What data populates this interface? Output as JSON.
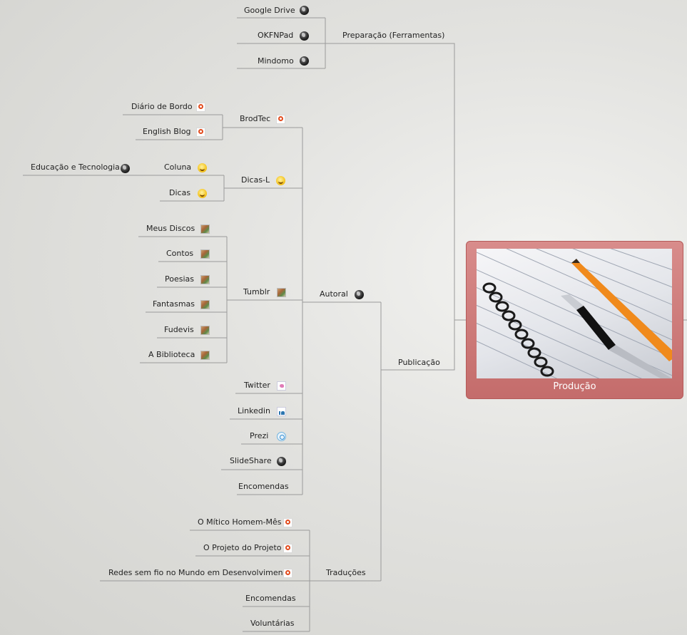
{
  "central": {
    "title": "Produção",
    "image": "notebook-with-pen-and-pencil"
  },
  "branches": {
    "preparacao": {
      "label": "Preparação (Ferramentas)",
      "children": [
        "Google Drive",
        "OKFNPad",
        "Mindomo"
      ]
    },
    "publicacao": {
      "label": "Publicação",
      "autoral": {
        "label": "Autoral",
        "brodtec": {
          "label": "BrodTec",
          "children": [
            "Diário de Bordo",
            "English Blog"
          ]
        },
        "dicas": {
          "label": "Dicas-L",
          "children": [
            "Coluna",
            "Dicas"
          ],
          "coluna_child": "Educação e Tecnologia"
        },
        "tumblr": {
          "label": "Tumblr",
          "children": [
            "Meus Discos",
            "Contos",
            "Poesias",
            "Fantasmas",
            "Fudevis",
            "A Biblioteca"
          ]
        },
        "twitter": "Twitter",
        "linkedin": "Linkedin",
        "prezi": "Prezi",
        "slideshare": "SlideShare",
        "encomendas": "Encomendas"
      },
      "traducoes": {
        "label": "Traduções",
        "children": [
          "O Mítico Homem-Mês",
          "O Projeto do Projeto",
          "Redes sem fio no Mundo em Desenvolvimento",
          "Encomendas",
          "Voluntárias"
        ]
      }
    }
  },
  "colors": {
    "line": "#9a9a9a",
    "central": "#c96f6e",
    "text": "#222222"
  }
}
